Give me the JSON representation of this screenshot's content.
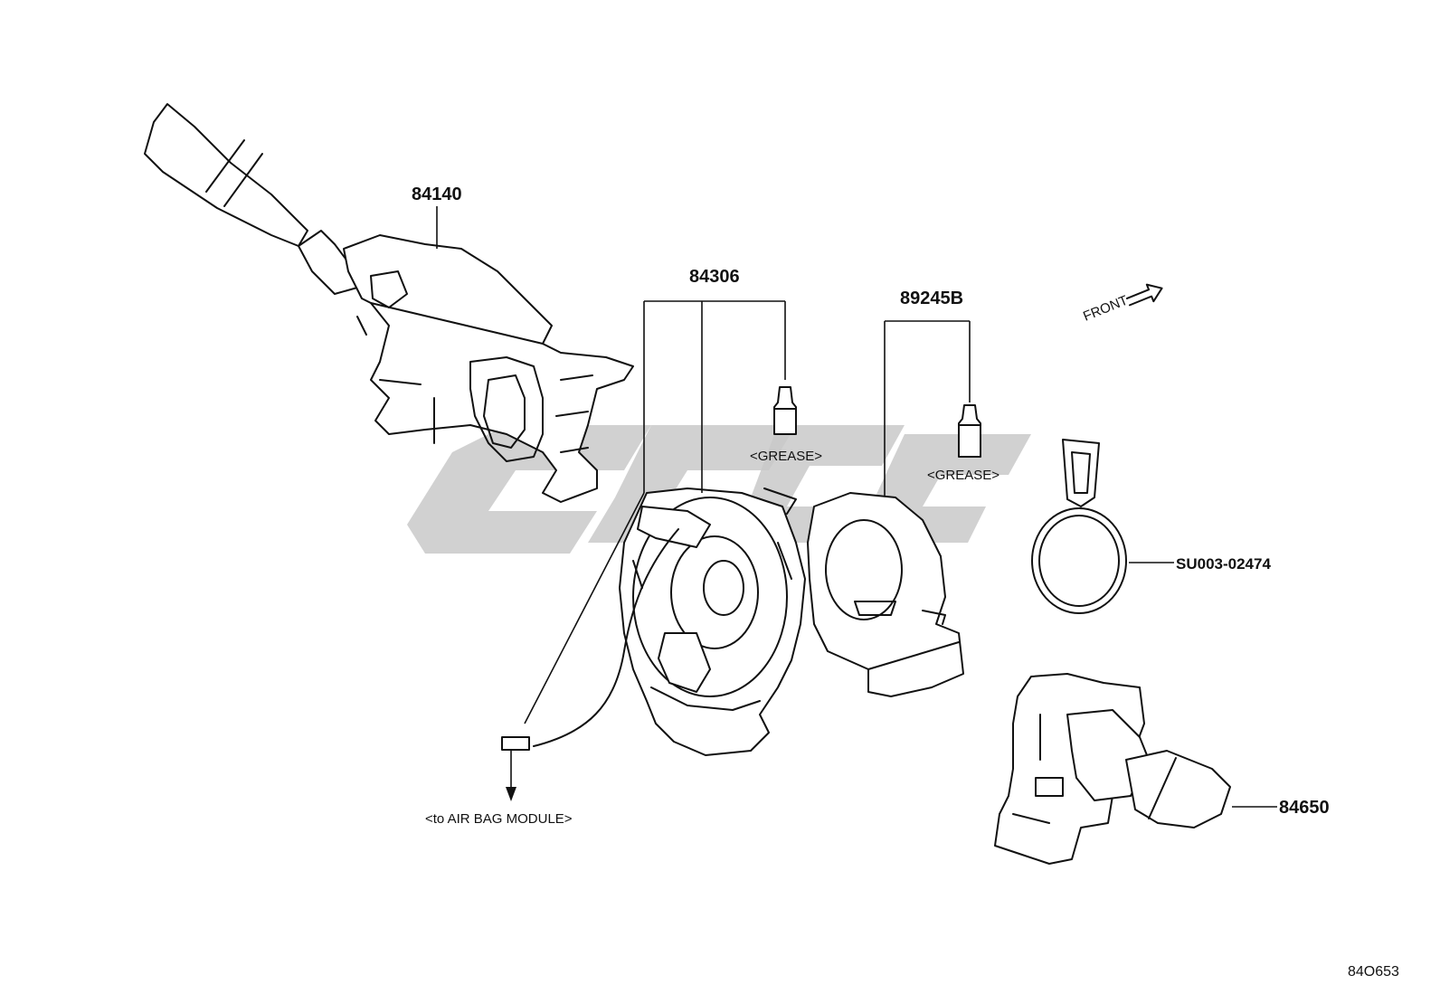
{
  "parts": {
    "p84140": "84140",
    "p84306": "84306",
    "p89245B": "89245B",
    "p84650": "84650",
    "pSU003": "SU003-02474"
  },
  "notes": {
    "grease1": "<GREASE>",
    "grease2": "<GREASE>",
    "airbag": "<to AIR BAG MODULE>",
    "front": "FRONT"
  },
  "diagram_id": "84O653",
  "colors": {
    "line": "#111111",
    "watermark": "#c9c9c9"
  }
}
